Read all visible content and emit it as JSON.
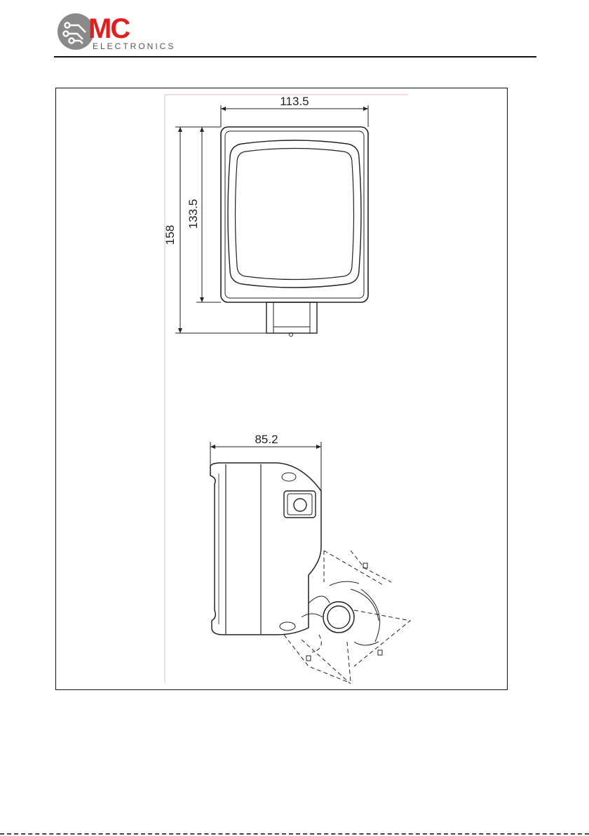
{
  "header": {
    "logo_letters": "MC",
    "logo_subtitle": "ELECTRONICS",
    "brand_color": "#e02020",
    "logo_grey": "#8a8a8a"
  },
  "drawing": {
    "front_view": {
      "width_label": "113.5",
      "overall_height_label": "158",
      "housing_height_label": "133.5"
    },
    "side_view": {
      "depth_label": "85.2"
    }
  }
}
